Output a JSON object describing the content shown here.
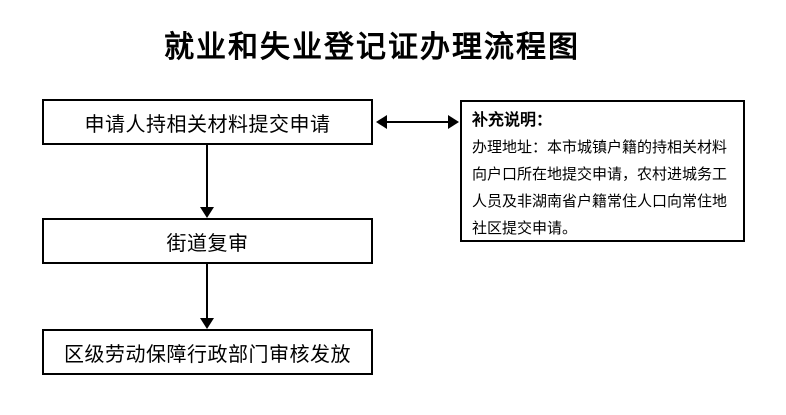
{
  "title": "就业和失业登记证办理流程图",
  "flow": {
    "steps": [
      {
        "label": "申请人持相关材料提交申请"
      },
      {
        "label": "街道复审"
      },
      {
        "label": "区级劳动保障行政部门审核发放"
      }
    ]
  },
  "note": {
    "heading": "补充说明：",
    "lines": [
      "办理地址：本市城镇户籍的持相关材料",
      "向户口所在地提交申请，农村进城务工",
      "人员及非湖南省户籍常住人口向常住地",
      "社区提交申请。"
    ]
  },
  "colors": {
    "line": "#000000",
    "background": "#ffffff",
    "text": "#000000"
  }
}
